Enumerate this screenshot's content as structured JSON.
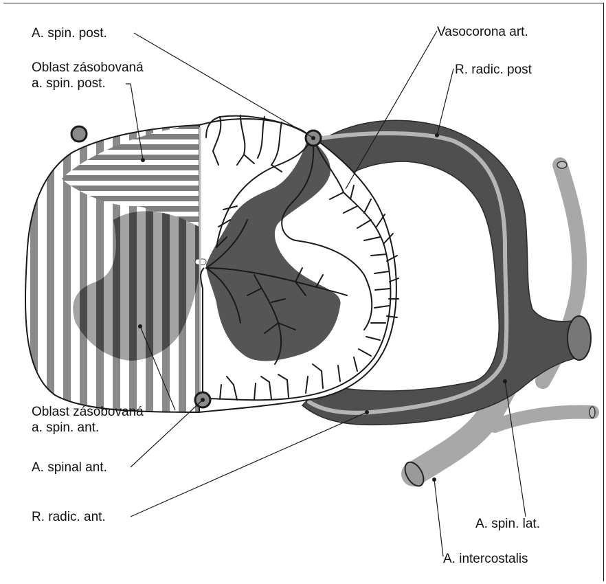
{
  "labels": {
    "a_spin_post": "A. spin. post.",
    "oblast_post_line1": "Oblast zásobovaná",
    "oblast_post_line2": "a. spin. post.",
    "vasocorona": "Vasocorona art.",
    "r_radic_post": "R. radic. post",
    "oblast_ant_line1": "Oblast zásobovaná",
    "oblast_ant_line2": "a. spin. ant.",
    "a_spinal_ant": "A. spinal ant.",
    "r_radic_ant": "R. radic. ant.",
    "a_spin_lat": "A. spin. lat.",
    "a_intercostalis": "A. intercostalis"
  },
  "colors": {
    "white_matter": "#ffffff",
    "gray_matter": "#555555",
    "stripe_dark": "#6d6d6d",
    "stripe_light": "#a9a9a9",
    "vessel_dark": "#4f4f4f",
    "vessel_light": "#a8a8a8",
    "outline": "#1a1a1a"
  }
}
